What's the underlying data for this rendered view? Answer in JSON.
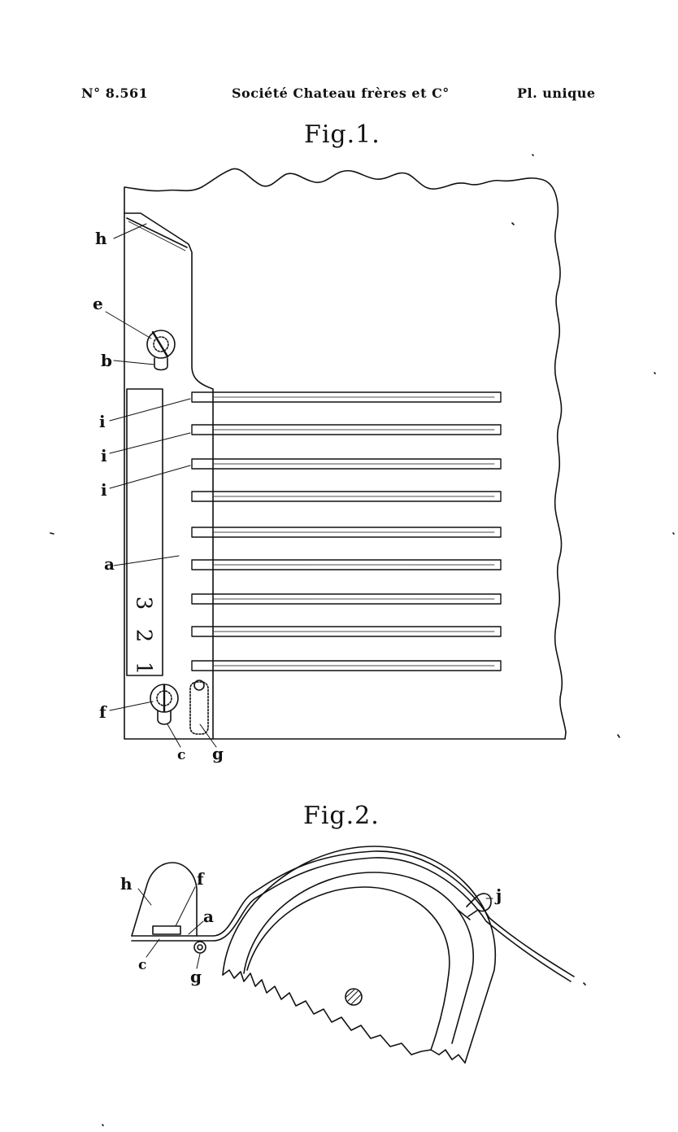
{
  "header": {
    "left": "N° 8.561",
    "center": "Société Chateau frères et C°",
    "right": "Pl. unique"
  },
  "fig1": {
    "title": "Fig.1.",
    "labels": {
      "h": "h",
      "e": "e",
      "b": "b",
      "i1": "i",
      "i2": "i",
      "i3": "i",
      "a": "a",
      "f": "f",
      "c": "c",
      "g": "g"
    },
    "scale_numbers": [
      "3",
      "2",
      "1"
    ]
  },
  "fig2": {
    "title": "Fig.2.",
    "labels": {
      "h": "h",
      "f": "f",
      "a": "a",
      "c": "c",
      "g": "g",
      "j": "j"
    }
  }
}
